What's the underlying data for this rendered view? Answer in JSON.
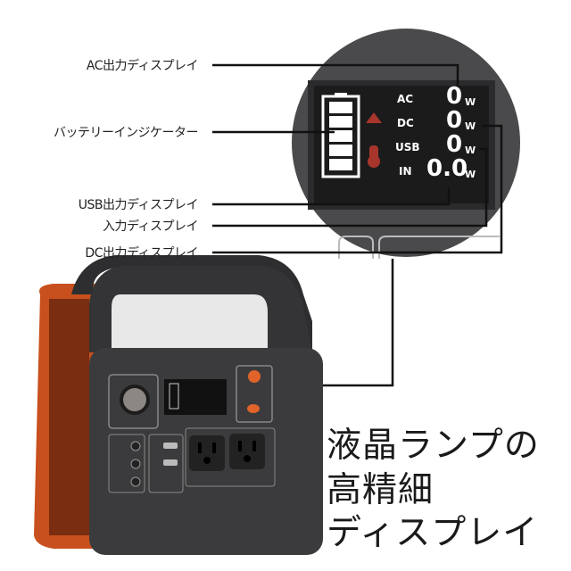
{
  "callouts": {
    "ac_output": "AC出力ディスプレイ",
    "battery_indicator": "バッテリーインジケーター",
    "usb_output": "USB出力ディスプレイ",
    "input": "入力ディスプレイ",
    "dc_output": "DC出力ディスプレイ"
  },
  "lcd": {
    "rows": [
      {
        "label": "AC",
        "value": "0",
        "unit": "W"
      },
      {
        "label": "DC",
        "value": "0",
        "unit": "W"
      },
      {
        "label": "USB",
        "value": "0",
        "unit": "W"
      },
      {
        "label": "IN",
        "value": "0.0",
        "unit": "W"
      }
    ],
    "battery_level": 1.0,
    "warning_color": "#a8352c"
  },
  "headline": {
    "line1": "液晶ランプの",
    "line2": "高精細",
    "line3": "ディスプレイ"
  },
  "colors": {
    "accent_orange": "#c8501e",
    "body": "#3b3b3d"
  }
}
